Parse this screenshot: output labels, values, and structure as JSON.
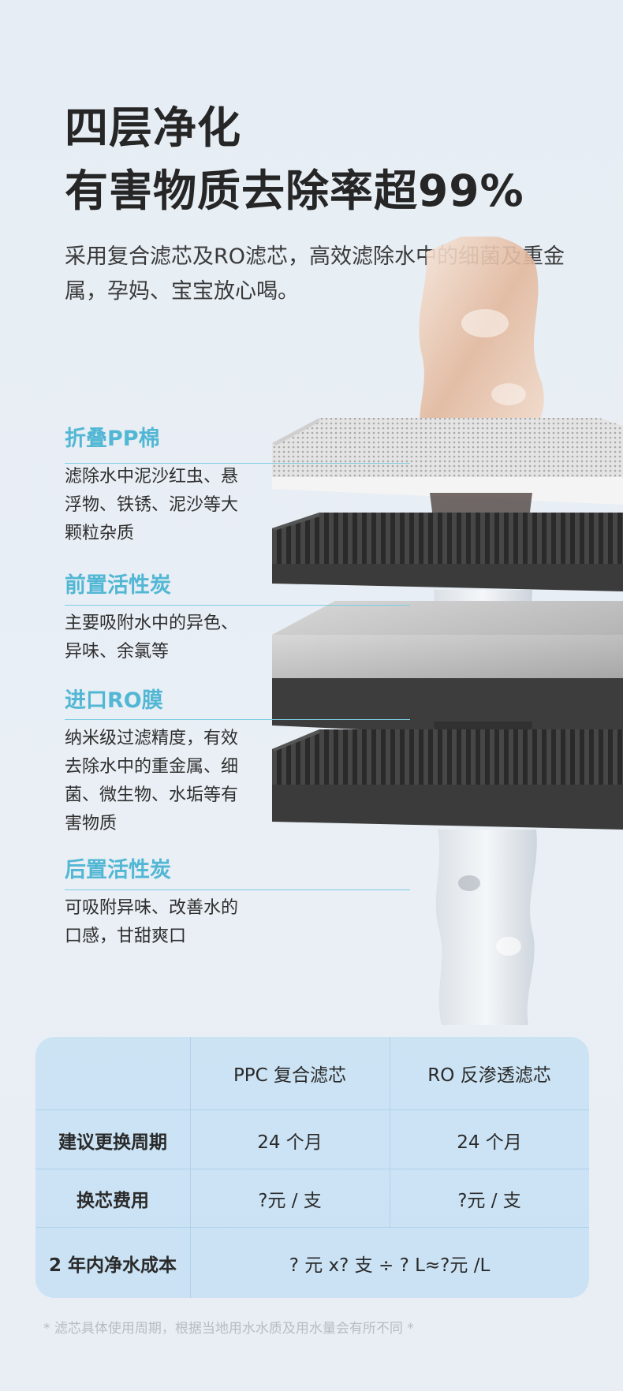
{
  "headline": {
    "line1": "四层净化",
    "line2": "有害物质去除率超99%"
  },
  "intro": "采用复合滤芯及RO滤芯，高效滤除水中的细菌及重金属，孕妈、宝宝放心喝。",
  "layers": [
    {
      "name": "折叠PP棉",
      "desc": "滤除水中泥沙红虫、悬浮物、铁锈、泥沙等大颗粒杂质"
    },
    {
      "name": "前置活性炭",
      "desc": "主要吸附水中的异色、异味、余氯等"
    },
    {
      "name": "进口RO膜",
      "desc": "纳米级过滤精度，有效去除水中的重金属、细菌、微生物、水垢等有害物质"
    },
    {
      "name": "后置活性炭",
      "desc": "可吸附异味、改善水的口感，甘甜爽口"
    }
  ],
  "table": {
    "headers": [
      "",
      "PPC 复合滤芯",
      "RO 反渗透滤芯"
    ],
    "rows": [
      {
        "label": "建议更换周期",
        "ppc": "24 个月",
        "ro": "24 个月"
      },
      {
        "label": "换芯费用",
        "ppc": "?元 / 支",
        "ro": "?元 / 支"
      }
    ],
    "cost_row": {
      "label": "2 年内净水成本",
      "value": "? 元 x? 支 ÷ ? L≈?元 /L"
    }
  },
  "footnote": "* 滤芯具体使用周期，根据当地用水水质及用水量会有所不同 *",
  "colors": {
    "accent": "#52b7d4",
    "table_bg": "#c9e2f4",
    "title": "#262626"
  }
}
